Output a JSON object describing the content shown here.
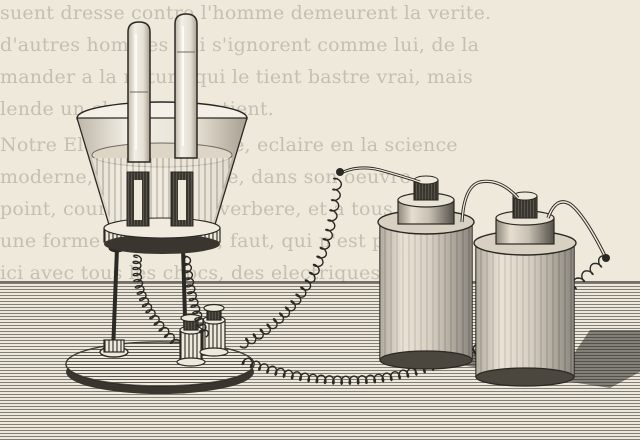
{
  "colors": {
    "paper": "#efe9dc",
    "ink": "#2b2924",
    "engraving_mid": "#6f6a60",
    "show_through_text": "#5a544a"
  },
  "background_text_lines": [
    "suent dresse contre l'homme demeurent la verite.",
    "d'autres hommes qui s'ignorent comme lui, de la",
    "mander a la nature qui le tient bastre vrai, mais",
    "lende un chercheur patient.",
    "Notre Electricite, propre, eclaire en la science",
    "moderne, simple, tracee, dans son oeuvre",
    "point, courant et se reverbere, et a tous",
    "une forme assez rares, faut, qui n'est plus",
    "ici avec tous les chocs, des electriques"
  ],
  "illustration": {
    "subject": "water-electrolysis-apparatus",
    "components": [
      "voltameter-cup",
      "test-tube-left",
      "test-tube-right",
      "tripod-stand",
      "binding-posts",
      "coiled-wires",
      "battery-cell-left",
      "battery-cell-right",
      "table-surface"
    ]
  }
}
